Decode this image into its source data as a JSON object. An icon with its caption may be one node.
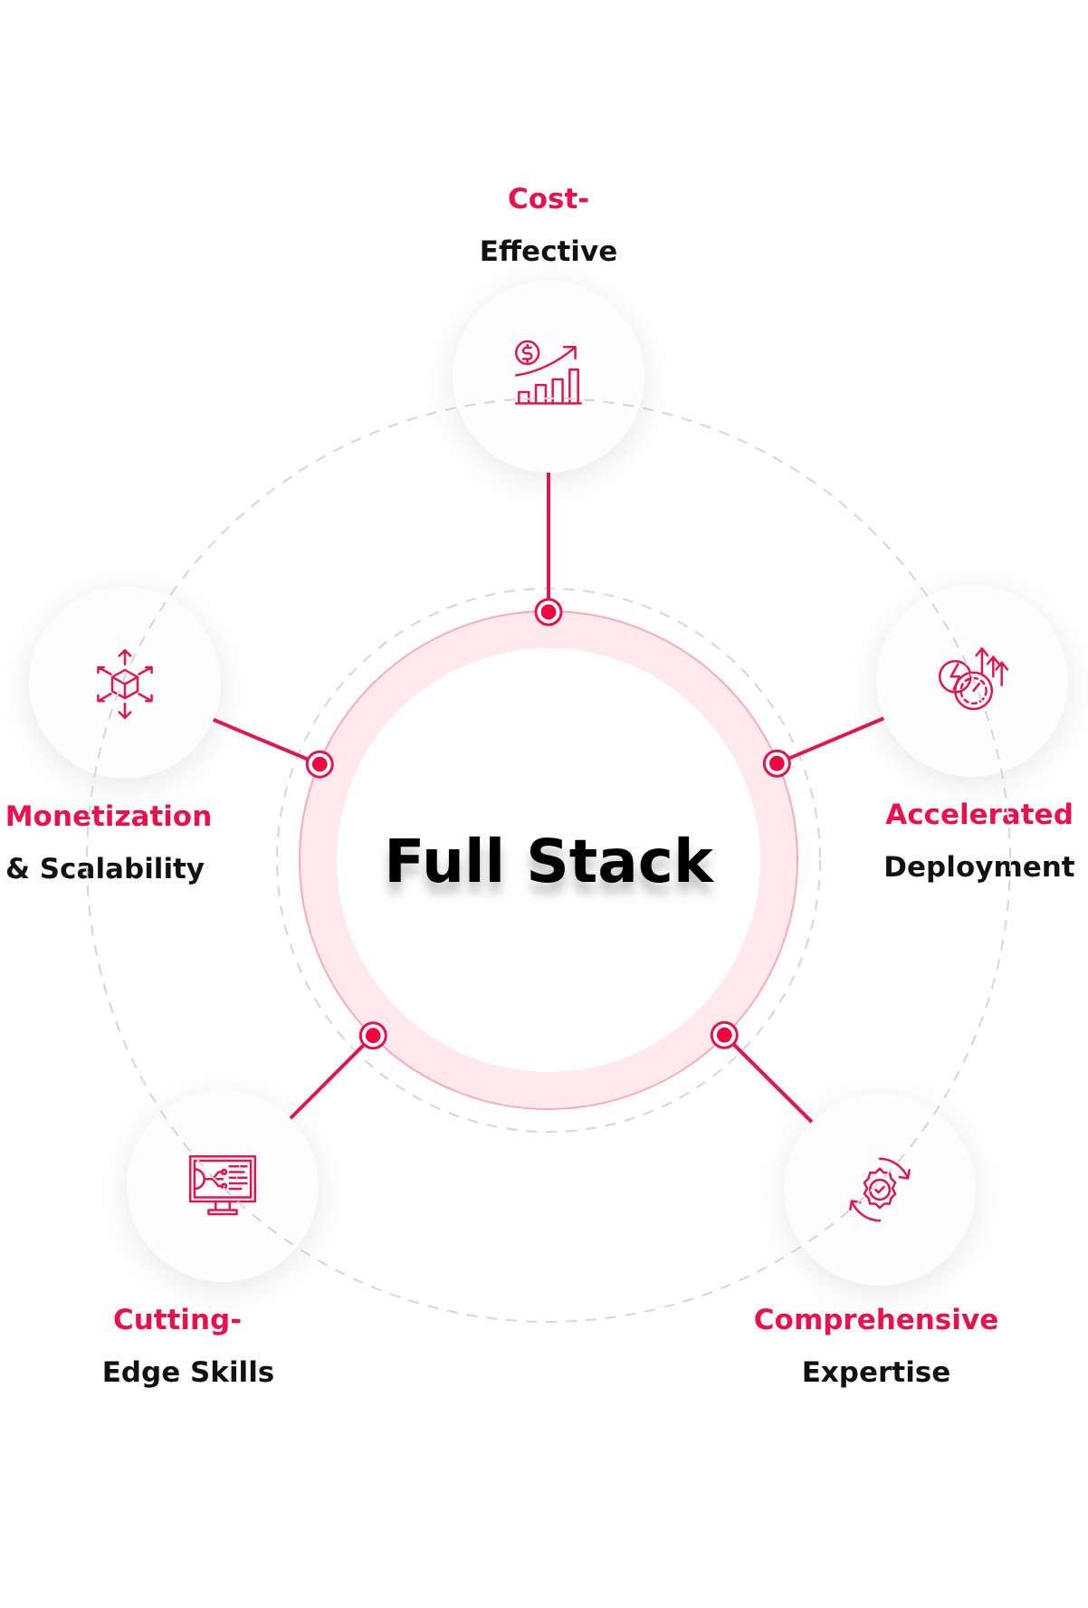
{
  "diagram": {
    "nodes": [
      {
        "text": [
          "Full Stack"
        ]
      },
      {
        "text": [
          "Cost-",
          "Effective"
        ]
      },
      {
        "text": [
          "Accelerated",
          "Deployment"
        ]
      },
      {
        "text": [
          "Comprehensive",
          "Expertise"
        ]
      },
      {
        "text": [
          "Cutting-",
          "Edge Skills"
        ]
      },
      {
        "text": [
          "Monetization",
          "& Scalability"
        ]
      }
    ],
    "edges": [
      {
        "from": 0,
        "to": 1,
        "arrow": "other"
      },
      {
        "from": 0,
        "to": 2,
        "arrow": "other"
      },
      {
        "from": 0,
        "to": 3,
        "arrow": "other"
      },
      {
        "from": 0,
        "to": 4,
        "arrow": "other"
      },
      {
        "from": 0,
        "to": 5,
        "arrow": "other"
      }
    ]
  }
}
